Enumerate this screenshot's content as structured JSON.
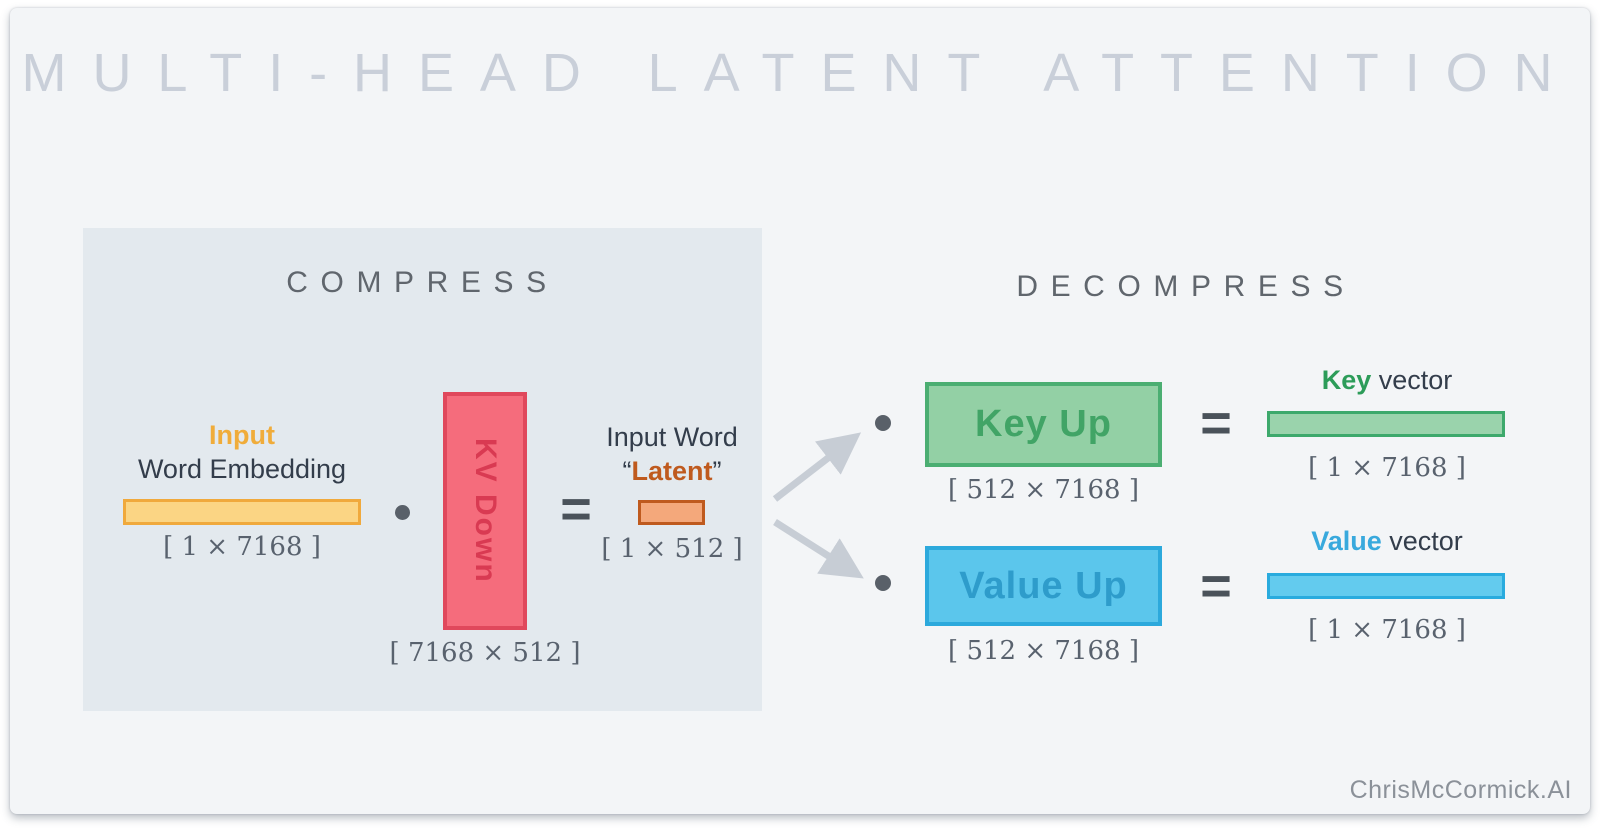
{
  "title": "MULTI-HEAD LATENT ATTENTION",
  "watermark": "ChrisMcCormick.AI",
  "ops": {
    "equals": "=",
    "dot": "•"
  },
  "compress": {
    "heading": "COMPRESS",
    "input": {
      "label_line1": "Input",
      "label_line2": "Word Embedding",
      "dims": "[ 1  × 7168 ]"
    },
    "kv_down": {
      "label": "KV Down",
      "dims": "[ 7168 × 512 ]"
    },
    "latent": {
      "label_line1": "Input Word",
      "quote_open": "“",
      "word": "Latent",
      "quote_close": "”",
      "dims": "[ 1 × 512 ]"
    }
  },
  "decompress": {
    "heading": "DECOMPRESS",
    "key": {
      "box_label": "Key Up",
      "box_dims": "[ 512 × 7168 ]",
      "vector_word": "Key",
      "vector_rest": " vector",
      "vector_dims": "[ 1  × 7168 ]"
    },
    "value": {
      "box_label": "Value Up",
      "box_dims": "[ 512 × 7168 ]",
      "vector_word": "Value",
      "vector_rest": " vector",
      "vector_dims": "[ 1  × 7168 ]"
    }
  },
  "colors": {
    "card_bg": "#F3F5F7",
    "panel_bg": "#E3E9EE",
    "title_text": "#C9CFD9",
    "heading_text": "#60666D",
    "body_text": "#333D4B",
    "dims_text": "#59626E",
    "equals_text": "#4A525A",
    "dot": "#596069",
    "arrow": "#C7CDD5",
    "input_yellow_fill": "#FBD584",
    "input_yellow_border": "#F0A93C",
    "input_label": "#F0AC3A",
    "kv_red_fill": "#F56C7C",
    "kv_red_border": "#E0485C",
    "kv_red_text": "#D93A52",
    "latent_orange_fill": "#F4A87B",
    "latent_orange_border": "#BF5A1E",
    "latent_text": "#BF5A1E",
    "key_green_fill": "#93D0A5",
    "key_green_border": "#4BAE72",
    "key_green_text": "#41A466",
    "key_label_green": "#2C9C59",
    "value_blue_fill": "#5BC6EC",
    "value_blue_border": "#2CA9DC",
    "value_blue_text": "#2E9CCB",
    "value_label_blue": "#38A9DD",
    "watermark_text": "#8B9199"
  }
}
